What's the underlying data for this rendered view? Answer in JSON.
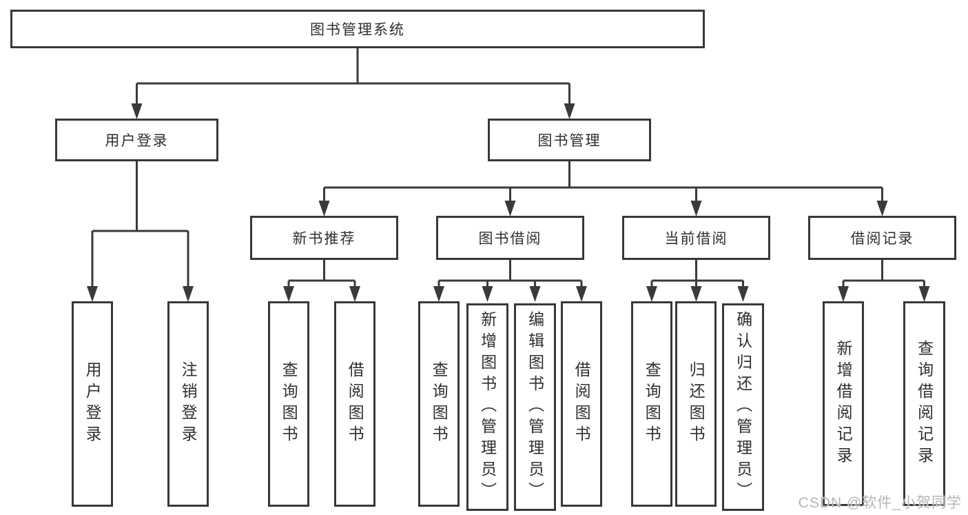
{
  "nodes": {
    "root": "图书管理系统",
    "level2": [
      "用户登录",
      "图书管理"
    ],
    "level3": [
      "新书推荐",
      "图书借阅",
      "当前借阅",
      "借阅记录"
    ],
    "leaves_user_login": [
      "用户登录",
      "注销登录"
    ],
    "leaves_new_book": [
      "查询图书",
      "借阅图书"
    ],
    "leaves_book_borrow": [
      "查询图书",
      "新增图书（管理员）",
      "编辑图书（管理员）",
      "借阅图书"
    ],
    "leaves_current_borrow": [
      "查询图书",
      "归还图书",
      "确认归还（管理员）"
    ],
    "leaves_borrow_record": [
      "新增借阅记录",
      "查询借阅记录"
    ]
  },
  "watermark": {
    "text": "CSDN @软件_小贺同学"
  },
  "colors": {
    "line": "#3a3a3a",
    "border": "#383838",
    "text": "#2f2f2f",
    "watermark": "#b5b5b5",
    "background": "#ffffff"
  }
}
